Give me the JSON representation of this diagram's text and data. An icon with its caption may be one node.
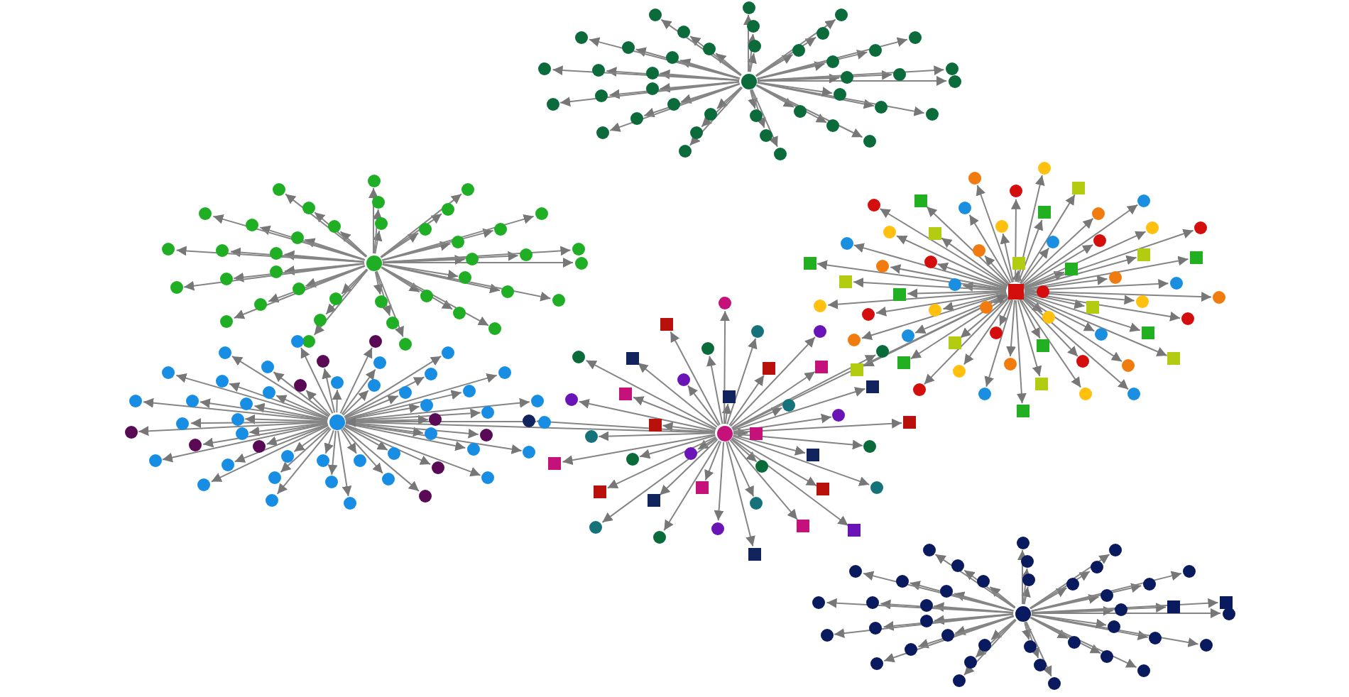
{
  "diagram": {
    "nodes": [
      {
        "text": [],
        "shape": "circle"
      },
      {
        "text": [],
        "shape": "circle"
      },
      {
        "text": [],
        "shape": "circle"
      },
      {
        "text": [],
        "shape": "circle"
      },
      {
        "text": [],
        "shape": "circle"
      },
      {
        "text": [],
        "shape": "circle"
      },
      {
        "text": [],
        "shape": "circle"
      },
      {
        "text": [],
        "shape": "circle"
      },
      {
        "text": [],
        "shape": "circle"
      },
      {
        "text": [],
        "shape": "circle"
      },
      {
        "text": [],
        "shape": "circle"
      },
      {
        "text": [],
        "shape": "circle"
      },
      {
        "text": [],
        "shape": "circle"
      },
      {
        "text": [],
        "shape": "circle"
      },
      {
        "text": [],
        "shape": "circle"
      },
      {
        "text": [],
        "shape": "circle"
      },
      {
        "text": [],
        "shape": "circle"
      },
      {
        "text": [],
        "shape": "circle"
      },
      {
        "text": [],
        "shape": "circle"
      },
      {
        "text": [],
        "shape": "circle"
      },
      {
        "text": [],
        "shape": "circle"
      },
      {
        "text": [],
        "shape": "circle"
      },
      {
        "text": [],
        "shape": "circle"
      },
      {
        "text": [],
        "shape": "circle"
      },
      {
        "text": [],
        "shape": "circle"
      },
      {
        "text": [],
        "shape": "circle"
      },
      {
        "text": [],
        "shape": "circle"
      },
      {
        "text": [],
        "shape": "circle"
      },
      {
        "text": [],
        "shape": "circle"
      },
      {
        "text": [],
        "shape": "circle"
      },
      {
        "text": [],
        "shape": "circle"
      },
      {
        "text": [],
        "shape": "circle"
      },
      {
        "text": [],
        "shape": "circle"
      },
      {
        "text": [],
        "shape": "circle"
      },
      {
        "text": [],
        "shape": "circle"
      },
      {
        "text": [],
        "shape": "circle"
      },
      {
        "text": [],
        "shape": "circle"
      },
      {
        "text": [],
        "shape": "circle"
      },
      {
        "text": [],
        "shape": "circle"
      },
      {
        "text": [],
        "shape": "circle"
      },
      {
        "text": [],
        "shape": "circle"
      },
      {
        "text": [],
        "shape": "circle"
      },
      {
        "text": [],
        "shape": "circle"
      },
      {
        "text": [],
        "shape": "circle"
      },
      {
        "text": [],
        "shape": "circle"
      },
      {
        "text": [],
        "shape": "circle"
      },
      {
        "text": [],
        "shape": "circle"
      },
      {
        "text": [],
        "shape": "circle"
      },
      {
        "text": [],
        "shape": "circle"
      },
      {
        "text": [],
        "shape": "circle"
      },
      {
        "text": [],
        "shape": "circle"
      },
      {
        "text": [],
        "shape": "circle"
      },
      {
        "text": [],
        "shape": "circle"
      },
      {
        "text": [],
        "shape": "circle"
      },
      {
        "text": [],
        "shape": "circle"
      },
      {
        "text": [],
        "shape": "circle"
      },
      {
        "text": [],
        "shape": "circle"
      },
      {
        "text": [],
        "shape": "circle"
      },
      {
        "text": [],
        "shape": "circle"
      },
      {
        "text": [],
        "shape": "circle"
      },
      {
        "text": [],
        "shape": "circle"
      },
      {
        "text": [],
        "shape": "circle"
      },
      {
        "text": [],
        "shape": "circle"
      },
      {
        "text": [],
        "shape": "circle"
      },
      {
        "text": [],
        "shape": "circle"
      },
      {
        "text": [],
        "shape": "circle"
      },
      {
        "text": [],
        "shape": "circle"
      },
      {
        "text": [],
        "shape": "circle"
      },
      {
        "text": [],
        "shape": "circle"
      },
      {
        "text": [],
        "shape": "circle"
      },
      {
        "text": [],
        "shape": "circle"
      },
      {
        "text": [],
        "shape": "circle"
      },
      {
        "text": [],
        "shape": "circle"
      },
      {
        "text": [],
        "shape": "circle"
      },
      {
        "text": [],
        "shape": "circle"
      },
      {
        "text": [],
        "shape": "circle"
      },
      {
        "text": [],
        "shape": "circle"
      },
      {
        "text": [],
        "shape": "circle"
      },
      {
        "text": [],
        "shape": "circle"
      },
      {
        "text": [],
        "shape": "circle"
      },
      {
        "text": [],
        "shape": "circle"
      },
      {
        "text": [],
        "shape": "circle"
      },
      {
        "text": [],
        "shape": "circle"
      },
      {
        "text": [],
        "shape": "circle"
      },
      {
        "text": [],
        "shape": "circle"
      },
      {
        "text": [],
        "shape": "circle"
      },
      {
        "text": [],
        "shape": "circle"
      },
      {
        "text": [],
        "shape": "circle"
      },
      {
        "text": [],
        "shape": "circle"
      },
      {
        "text": [],
        "shape": "circle"
      },
      {
        "text": [],
        "shape": "circle"
      },
      {
        "text": [],
        "shape": "circle"
      },
      {
        "text": [],
        "shape": "circle"
      },
      {
        "text": [],
        "shape": "circle"
      },
      {
        "text": [],
        "shape": "circle"
      },
      {
        "text": [],
        "shape": "circle"
      },
      {
        "text": [],
        "shape": "circle"
      },
      {
        "text": [],
        "shape": "circle"
      },
      {
        "text": [],
        "shape": "circle"
      },
      {
        "text": [],
        "shape": "circle"
      },
      {
        "text": [],
        "shape": "circle"
      },
      {
        "text": [],
        "shape": "circle"
      },
      {
        "text": [],
        "shape": "circle"
      },
      {
        "text": [],
        "shape": "circle"
      },
      {
        "text": [],
        "shape": "circle"
      },
      {
        "text": [],
        "shape": "circle"
      },
      {
        "text": [],
        "shape": "circle"
      },
      {
        "text": [],
        "shape": "circle"
      },
      {
        "text": [],
        "shape": "circle"
      },
      {
        "text": [],
        "shape": "circle"
      },
      {
        "text": [],
        "shape": "circle"
      },
      {
        "text": [],
        "shape": "circle"
      },
      {
        "text": [],
        "shape": "circle"
      },
      {
        "text": [],
        "shape": "circle"
      },
      {
        "text": [],
        "shape": "circle"
      },
      {
        "text": [],
        "shape": "circle"
      },
      {
        "text": [],
        "shape": "circle"
      },
      {
        "text": [],
        "shape": "circle"
      },
      {
        "text": [],
        "shape": "circle"
      },
      {
        "text": [],
        "shape": "circle"
      },
      {
        "text": [],
        "shape": "circle"
      },
      {
        "text": [],
        "shape": "circle"
      },
      {
        "text": [],
        "shape": "circle"
      },
      {
        "text": [],
        "shape": "circle"
      },
      {
        "text": [],
        "shape": "circle"
      },
      {
        "text": [],
        "shape": "circle"
      },
      {
        "text": [],
        "shape": "circle"
      },
      {
        "text": [],
        "shape": "circle"
      },
      {
        "text": [],
        "shape": "circle"
      },
      {
        "text": [],
        "shape": "circle"
      },
      {
        "text": [],
        "shape": "circle"
      },
      {
        "text": [],
        "shape": "circle"
      },
      {
        "text": [],
        "shape": "circle"
      },
      {
        "text": [],
        "shape": "circle"
      },
      {
        "text": [],
        "shape": "circle"
      },
      {
        "text": [],
        "shape": "circle"
      },
      {
        "text": [],
        "shape": "circle"
      },
      {
        "text": [],
        "shape": "circle"
      },
      {
        "text": [],
        "shape": "circle"
      },
      {
        "text": [],
        "shape": "circle"
      },
      {
        "text": [],
        "shape": "circle"
      },
      {
        "text": [],
        "shape": "circle"
      },
      {
        "text": [],
        "shape": "circle"
      },
      {
        "text": [],
        "shape": "circle"
      },
      {
        "text": [],
        "shape": "circle"
      },
      {
        "text": [],
        "shape": "circle"
      },
      {
        "text": [],
        "shape": "circle"
      },
      {
        "text": [],
        "shape": "circle"
      },
      {
        "text": [],
        "shape": "circle"
      },
      {
        "text": [],
        "shape": "circle"
      },
      {
        "text": [],
        "shape": "circle"
      },
      {
        "text": [],
        "shape": "circle"
      },
      {
        "text": [],
        "shape": "circle"
      },
      {
        "text": [],
        "shape": "circle"
      },
      {
        "text": [],
        "shape": "circle"
      },
      {
        "text": [],
        "shape": "circle"
      },
      {
        "text": [],
        "shape": "circle"
      },
      {
        "text": [],
        "shape": "circle"
      },
      {
        "text": [],
        "shape": "circle"
      },
      {
        "text": [],
        "shape": "circle"
      },
      {
        "text": [],
        "shape": "circle"
      },
      {
        "text": [],
        "shape": "circle"
      },
      {
        "text": [],
        "shape": "circle"
      },
      {
        "text": [],
        "shape": "circle"
      },
      {
        "text": [],
        "shape": "circle"
      },
      {
        "text": [],
        "shape": "circle"
      },
      {
        "text": [],
        "shape": "circle"
      },
      {
        "text": [],
        "shape": "circle"
      },
      {
        "text": [],
        "shape": "circle"
      },
      {
        "text": [],
        "shape": "circle"
      },
      {
        "text": [],
        "shape": "circle"
      },
      {
        "text": [],
        "shape": "box"
      },
      {
        "text": [],
        "shape": "circle"
      },
      {
        "text": [],
        "shape": "box"
      },
      {
        "text": [],
        "shape": "circle"
      },
      {
        "text": [],
        "shape": "box"
      },
      {
        "text": [],
        "shape": "circle"
      },
      {
        "text": [],
        "shape": "box"
      },
      {
        "text": [],
        "shape": "circle"
      },
      {
        "text": [],
        "shape": "box"
      },
      {
        "text": [],
        "shape": "circle"
      },
      {
        "text": [],
        "shape": "box"
      },
      {
        "text": [],
        "shape": "circle"
      },
      {
        "text": [],
        "shape": "box"
      },
      {
        "text": [],
        "shape": "circle"
      },
      {
        "text": [],
        "shape": "box"
      },
      {
        "text": [],
        "shape": "circle"
      },
      {
        "text": [],
        "shape": "box"
      },
      {
        "text": [],
        "shape": "circle"
      },
      {
        "text": [],
        "shape": "box"
      },
      {
        "text": [],
        "shape": "circle"
      },
      {
        "text": [],
        "shape": "box"
      },
      {
        "text": [],
        "shape": "circle"
      },
      {
        "text": [],
        "shape": "box"
      },
      {
        "text": [],
        "shape": "circle"
      },
      {
        "text": [],
        "shape": "box"
      },
      {
        "text": [],
        "shape": "circle"
      },
      {
        "text": [],
        "shape": "box"
      },
      {
        "text": [],
        "shape": "circle"
      },
      {
        "text": [],
        "shape": "box"
      },
      {
        "text": [],
        "shape": "circle"
      },
      {
        "text": [],
        "shape": "box"
      },
      {
        "text": [],
        "shape": "circle"
      },
      {
        "text": [],
        "shape": "box"
      },
      {
        "text": [],
        "shape": "circle"
      },
      {
        "text": [],
        "shape": "box"
      },
      {
        "text": [],
        "shape": "circle"
      },
      {
        "text": [],
        "shape": "box"
      },
      {
        "text": [],
        "shape": "circle"
      },
      {
        "text": [],
        "shape": "box"
      },
      {
        "text": [],
        "shape": "circle"
      },
      {
        "text": [],
        "shape": "circle"
      },
      {
        "text": [],
        "shape": "box"
      },
      {
        "text": [],
        "shape": "circle"
      },
      {
        "text": [],
        "shape": "circle"
      },
      {
        "text": [],
        "shape": "box"
      },
      {
        "text": [],
        "shape": "circle"
      },
      {
        "text": [],
        "shape": "circle"
      },
      {
        "text": [],
        "shape": "box"
      },
      {
        "text": [],
        "shape": "circle"
      },
      {
        "text": [],
        "shape": "circle"
      },
      {
        "text": [],
        "shape": "box"
      },
      {
        "text": [],
        "shape": "circle"
      },
      {
        "text": [],
        "shape": "circle"
      },
      {
        "text": [],
        "shape": "box"
      },
      {
        "text": [],
        "shape": "circle"
      },
      {
        "text": [],
        "shape": "circle"
      },
      {
        "text": [],
        "shape": "box"
      },
      {
        "text": [],
        "shape": "circle"
      },
      {
        "text": [],
        "shape": "circle"
      },
      {
        "text": [],
        "shape": "box"
      },
      {
        "text": [],
        "shape": "circle"
      },
      {
        "text": [],
        "shape": "circle"
      },
      {
        "text": [],
        "shape": "box"
      },
      {
        "text": [],
        "shape": "circle"
      },
      {
        "text": [],
        "shape": "circle"
      },
      {
        "text": [],
        "shape": "box"
      },
      {
        "text": [],
        "shape": "circle"
      },
      {
        "text": [],
        "shape": "circle"
      },
      {
        "text": [],
        "shape": "box"
      },
      {
        "text": [],
        "shape": "circle"
      },
      {
        "text": [],
        "shape": "circle"
      },
      {
        "text": [],
        "shape": "box"
      },
      {
        "text": [],
        "shape": "circle"
      },
      {
        "text": [],
        "shape": "circle"
      },
      {
        "text": [],
        "shape": "box"
      },
      {
        "text": [],
        "shape": "circle"
      },
      {
        "text": [],
        "shape": "circle"
      },
      {
        "text": [],
        "shape": "box"
      },
      {
        "text": [],
        "shape": "circle"
      },
      {
        "text": [],
        "shape": "circle"
      },
      {
        "text": [],
        "shape": "box"
      },
      {
        "text": [],
        "shape": "circle"
      },
      {
        "text": [],
        "shape": "circle"
      },
      {
        "text": [],
        "shape": "box"
      },
      {
        "text": [],
        "shape": "circle"
      },
      {
        "text": [],
        "shape": "circle"
      },
      {
        "text": [],
        "shape": "box"
      },
      {
        "text": [],
        "shape": "circle"
      },
      {
        "text": [],
        "shape": "circle"
      },
      {
        "text": [],
        "shape": "box"
      },
      {
        "text": [],
        "shape": "circle"
      },
      {
        "text": [],
        "shape": "circle"
      },
      {
        "text": [],
        "shape": "box"
      },
      {
        "text": [],
        "shape": "circle"
      },
      {
        "text": [],
        "shape": "circle"
      },
      {
        "text": [],
        "shape": "box"
      },
      {
        "text": [],
        "shape": "circle"
      },
      {
        "text": [],
        "shape": "circle"
      },
      {
        "text": [],
        "shape": "box"
      },
      {
        "text": [],
        "shape": "circle"
      },
      {
        "text": [],
        "shape": "circle"
      },
      {
        "text": [],
        "shape": "box"
      },
      {
        "text": [],
        "shape": "circle"
      },
      {
        "text": [],
        "shape": "circle"
      },
      {
        "text": [],
        "shape": "box"
      },
      {
        "text": [],
        "shape": "circle"
      }
    ],
    "edges": [
      {
        "from": 0,
        "to": 1,
        "arrow": "to"
      },
      {
        "from": 0,
        "to": 2,
        "arrow": "to"
      },
      {
        "from": 0,
        "to": 3,
        "arrow": "to"
      },
      {
        "from": 0,
        "to": 4,
        "arrow": "to"
      },
      {
        "from": 0,
        "to": 5,
        "arrow": "to"
      },
      {
        "from": 0,
        "to": 6,
        "arrow": "to"
      },
      {
        "from": 0,
        "to": 7,
        "arrow": "to"
      },
      {
        "from": 0,
        "to": 8,
        "arrow": "to"
      },
      {
        "from": 0,
        "to": 9,
        "arrow": "to"
      },
      {
        "from": 0,
        "to": 10,
        "arrow": "to"
      },
      {
        "from": 0,
        "to": 11,
        "arrow": "to"
      },
      {
        "from": 0,
        "to": 12,
        "arrow": "to"
      },
      {
        "from": 0,
        "to": 13,
        "arrow": "to"
      },
      {
        "from": 0,
        "to": 14,
        "arrow": "to"
      },
      {
        "from": 0,
        "to": 15,
        "arrow": "to"
      },
      {
        "from": 0,
        "to": 16,
        "arrow": "to"
      },
      {
        "from": 0,
        "to": 17,
        "arrow": "to"
      },
      {
        "from": 0,
        "to": 18,
        "arrow": "to"
      },
      {
        "from": 0,
        "to": 19,
        "arrow": "to"
      },
      {
        "from": 0,
        "to": 20,
        "arrow": "to"
      },
      {
        "from": 0,
        "to": 21,
        "arrow": "to"
      },
      {
        "from": 0,
        "to": 22,
        "arrow": "to"
      },
      {
        "from": 0,
        "to": 23,
        "arrow": "to"
      },
      {
        "from": 0,
        "to": 24,
        "arrow": "to"
      },
      {
        "from": 0,
        "to": 25,
        "arrow": "to"
      },
      {
        "from": 0,
        "to": 26,
        "arrow": "to"
      },
      {
        "from": 0,
        "to": 27,
        "arrow": "to"
      },
      {
        "from": 0,
        "to": 28,
        "arrow": "to"
      },
      {
        "from": 0,
        "to": 29,
        "arrow": "to"
      },
      {
        "from": 0,
        "to": 30,
        "arrow": "to"
      },
      {
        "from": 0,
        "to": 31,
        "arrow": "to"
      },
      {
        "from": 0,
        "to": 32,
        "arrow": "to"
      },
      {
        "from": 0,
        "to": 33,
        "arrow": "to"
      },
      {
        "from": 0,
        "to": 34,
        "arrow": "to"
      },
      {
        "from": 0,
        "to": 35,
        "arrow": "to"
      },
      {
        "from": 0,
        "to": 36,
        "arrow": "to"
      },
      {
        "from": 0,
        "to": 37,
        "arrow": "to"
      },
      {
        "from": 0,
        "to": 38,
        "arrow": "to"
      },
      {
        "from": 0,
        "to": 39,
        "arrow": "to"
      },
      {
        "from": 0,
        "to": 40,
        "arrow": "to"
      },
      {
        "from": 41,
        "to": 42,
        "arrow": "to"
      },
      {
        "from": 41,
        "to": 43,
        "arrow": "to"
      },
      {
        "from": 41,
        "to": 44,
        "arrow": "to"
      },
      {
        "from": 41,
        "to": 45,
        "arrow": "to"
      },
      {
        "from": 41,
        "to": 46,
        "arrow": "to"
      },
      {
        "from": 41,
        "to": 47,
        "arrow": "to"
      },
      {
        "from": 41,
        "to": 48,
        "arrow": "to"
      },
      {
        "from": 41,
        "to": 49,
        "arrow": "to"
      },
      {
        "from": 41,
        "to": 50,
        "arrow": "to"
      },
      {
        "from": 41,
        "to": 51,
        "arrow": "to"
      },
      {
        "from": 41,
        "to": 52,
        "arrow": "to"
      },
      {
        "from": 41,
        "to": 53,
        "arrow": "to"
      },
      {
        "from": 41,
        "to": 54,
        "arrow": "to"
      },
      {
        "from": 41,
        "to": 55,
        "arrow": "to"
      },
      {
        "from": 41,
        "to": 56,
        "arrow": "to"
      },
      {
        "from": 41,
        "to": 57,
        "arrow": "to"
      },
      {
        "from": 41,
        "to": 58,
        "arrow": "to"
      },
      {
        "from": 41,
        "to": 59,
        "arrow": "to"
      },
      {
        "from": 41,
        "to": 60,
        "arrow": "to"
      },
      {
        "from": 41,
        "to": 61,
        "arrow": "to"
      },
      {
        "from": 41,
        "to": 62,
        "arrow": "to"
      },
      {
        "from": 41,
        "to": 63,
        "arrow": "to"
      },
      {
        "from": 41,
        "to": 64,
        "arrow": "to"
      },
      {
        "from": 41,
        "to": 65,
        "arrow": "to"
      },
      {
        "from": 41,
        "to": 66,
        "arrow": "to"
      },
      {
        "from": 41,
        "to": 67,
        "arrow": "to"
      },
      {
        "from": 41,
        "to": 68,
        "arrow": "to"
      },
      {
        "from": 41,
        "to": 69,
        "arrow": "to"
      },
      {
        "from": 41,
        "to": 70,
        "arrow": "to"
      },
      {
        "from": 41,
        "to": 71,
        "arrow": "to"
      },
      {
        "from": 41,
        "to": 72,
        "arrow": "to"
      },
      {
        "from": 41,
        "to": 73,
        "arrow": "to"
      },
      {
        "from": 41,
        "to": 74,
        "arrow": "to"
      },
      {
        "from": 41,
        "to": 75,
        "arrow": "to"
      },
      {
        "from": 41,
        "to": 76,
        "arrow": "to"
      },
      {
        "from": 41,
        "to": 77,
        "arrow": "to"
      },
      {
        "from": 41,
        "to": 78,
        "arrow": "to"
      },
      {
        "from": 41,
        "to": 79,
        "arrow": "to"
      },
      {
        "from": 41,
        "to": 80,
        "arrow": "to"
      },
      {
        "from": 41,
        "to": 81,
        "arrow": "to"
      },
      {
        "from": 82,
        "to": 83,
        "arrow": "to"
      },
      {
        "from": 82,
        "to": 84,
        "arrow": "to"
      },
      {
        "from": 82,
        "to": 85,
        "arrow": "to"
      },
      {
        "from": 82,
        "to": 86,
        "arrow": "to"
      },
      {
        "from": 82,
        "to": 87,
        "arrow": "to"
      },
      {
        "from": 82,
        "to": 88,
        "arrow": "to"
      },
      {
        "from": 82,
        "to": 89,
        "arrow": "to"
      },
      {
        "from": 82,
        "to": 90,
        "arrow": "to"
      },
      {
        "from": 82,
        "to": 91,
        "arrow": "to"
      },
      {
        "from": 82,
        "to": 92,
        "arrow": "to"
      },
      {
        "from": 82,
        "to": 93,
        "arrow": "to"
      },
      {
        "from": 82,
        "to": 94,
        "arrow": "to"
      },
      {
        "from": 82,
        "to": 95,
        "arrow": "to"
      },
      {
        "from": 82,
        "to": 96,
        "arrow": "to"
      },
      {
        "from": 82,
        "to": 97,
        "arrow": "to"
      },
      {
        "from": 82,
        "to": 98,
        "arrow": "to"
      },
      {
        "from": 82,
        "to": 99,
        "arrow": "to"
      },
      {
        "from": 82,
        "to": 100,
        "arrow": "to"
      },
      {
        "from": 82,
        "to": 101,
        "arrow": "to"
      },
      {
        "from": 82,
        "to": 102,
        "arrow": "to"
      },
      {
        "from": 82,
        "to": 103,
        "arrow": "to"
      },
      {
        "from": 82,
        "to": 104,
        "arrow": "to"
      },
      {
        "from": 82,
        "to": 105,
        "arrow": "to"
      },
      {
        "from": 82,
        "to": 106,
        "arrow": "to"
      },
      {
        "from": 82,
        "to": 107,
        "arrow": "to"
      },
      {
        "from": 82,
        "to": 108,
        "arrow": "to"
      },
      {
        "from": 82,
        "to": 109,
        "arrow": "to"
      },
      {
        "from": 82,
        "to": 110,
        "arrow": "to"
      },
      {
        "from": 82,
        "to": 111,
        "arrow": "to"
      },
      {
        "from": 82,
        "to": 112,
        "arrow": "to"
      },
      {
        "from": 82,
        "to": 113,
        "arrow": "to"
      },
      {
        "from": 82,
        "to": 114,
        "arrow": "to"
      },
      {
        "from": 82,
        "to": 115,
        "arrow": "to"
      },
      {
        "from": 82,
        "to": 116,
        "arrow": "to"
      },
      {
        "from": 82,
        "to": 117,
        "arrow": "to"
      },
      {
        "from": 82,
        "to": 118,
        "arrow": "to"
      },
      {
        "from": 82,
        "to": 119,
        "arrow": "to"
      },
      {
        "from": 82,
        "to": 120,
        "arrow": "to"
      },
      {
        "from": 82,
        "to": 121,
        "arrow": "to"
      },
      {
        "from": 82,
        "to": 122,
        "arrow": "to"
      },
      {
        "from": 82,
        "to": 123,
        "arrow": "to"
      },
      {
        "from": 82,
        "to": 124,
        "arrow": "to"
      },
      {
        "from": 82,
        "to": 125,
        "arrow": "to"
      },
      {
        "from": 82,
        "to": 126,
        "arrow": "to"
      },
      {
        "from": 82,
        "to": 127,
        "arrow": "to"
      },
      {
        "from": 82,
        "to": 128,
        "arrow": "to"
      },
      {
        "from": 82,
        "to": 129,
        "arrow": "to"
      },
      {
        "from": 82,
        "to": 130,
        "arrow": "to"
      },
      {
        "from": 82,
        "to": 131,
        "arrow": "to"
      },
      {
        "from": 82,
        "to": 132,
        "arrow": "to"
      },
      {
        "from": 133,
        "to": 134,
        "arrow": "to"
      },
      {
        "from": 133,
        "to": 135,
        "arrow": "to"
      },
      {
        "from": 133,
        "to": 136,
        "arrow": "to"
      },
      {
        "from": 133,
        "to": 137,
        "arrow": "to"
      },
      {
        "from": 133,
        "to": 138,
        "arrow": "to"
      },
      {
        "from": 133,
        "to": 139,
        "arrow": "to"
      },
      {
        "from": 133,
        "to": 140,
        "arrow": "to"
      },
      {
        "from": 133,
        "to": 141,
        "arrow": "to"
      },
      {
        "from": 133,
        "to": 142,
        "arrow": "to"
      },
      {
        "from": 133,
        "to": 143,
        "arrow": "to"
      },
      {
        "from": 133,
        "to": 144,
        "arrow": "to"
      },
      {
        "from": 133,
        "to": 145,
        "arrow": "to"
      },
      {
        "from": 133,
        "to": 146,
        "arrow": "to"
      },
      {
        "from": 133,
        "to": 147,
        "arrow": "to"
      },
      {
        "from": 133,
        "to": 148,
        "arrow": "to"
      },
      {
        "from": 133,
        "to": 149,
        "arrow": "to"
      },
      {
        "from": 133,
        "to": 150,
        "arrow": "to"
      },
      {
        "from": 133,
        "to": 151,
        "arrow": "to"
      },
      {
        "from": 133,
        "to": 152,
        "arrow": "to"
      },
      {
        "from": 133,
        "to": 153,
        "arrow": "to"
      },
      {
        "from": 133,
        "to": 154,
        "arrow": "to"
      },
      {
        "from": 133,
        "to": 155,
        "arrow": "to"
      },
      {
        "from": 133,
        "to": 156,
        "arrow": "to"
      },
      {
        "from": 133,
        "to": 157,
        "arrow": "to"
      },
      {
        "from": 133,
        "to": 158,
        "arrow": "to"
      },
      {
        "from": 133,
        "to": 159,
        "arrow": "to"
      },
      {
        "from": 133,
        "to": 160,
        "arrow": "to"
      },
      {
        "from": 133,
        "to": 161,
        "arrow": "to"
      },
      {
        "from": 133,
        "to": 162,
        "arrow": "to"
      },
      {
        "from": 133,
        "to": 163,
        "arrow": "to"
      },
      {
        "from": 133,
        "to": 164,
        "arrow": "to"
      },
      {
        "from": 133,
        "to": 165,
        "arrow": "to"
      },
      {
        "from": 133,
        "to": 166,
        "arrow": "to"
      },
      {
        "from": 133,
        "to": 167,
        "arrow": "to"
      },
      {
        "from": 133,
        "to": 168,
        "arrow": "to"
      },
      {
        "from": 133,
        "to": 169,
        "arrow": "to"
      },
      {
        "from": 133,
        "to": 170,
        "arrow": "to"
      },
      {
        "from": 133,
        "to": 171,
        "arrow": "to"
      },
      {
        "from": 133,
        "to": 172,
        "arrow": "to"
      },
      {
        "from": 133,
        "to": 173,
        "arrow": "to"
      },
      {
        "from": 174,
        "to": 175,
        "arrow": "to"
      },
      {
        "from": 174,
        "to": 176,
        "arrow": "to"
      },
      {
        "from": 174,
        "to": 177,
        "arrow": "to"
      },
      {
        "from": 174,
        "to": 178,
        "arrow": "to"
      },
      {
        "from": 174,
        "to": 179,
        "arrow": "to"
      },
      {
        "from": 174,
        "to": 180,
        "arrow": "to"
      },
      {
        "from": 174,
        "to": 181,
        "arrow": "to"
      },
      {
        "from": 174,
        "to": 182,
        "arrow": "to"
      },
      {
        "from": 174,
        "to": 183,
        "arrow": "to"
      },
      {
        "from": 174,
        "to": 184,
        "arrow": "to"
      },
      {
        "from": 174,
        "to": 185,
        "arrow": "to"
      },
      {
        "from": 174,
        "to": 186,
        "arrow": "to"
      },
      {
        "from": 174,
        "to": 187,
        "arrow": "to"
      },
      {
        "from": 174,
        "to": 188,
        "arrow": "to"
      },
      {
        "from": 174,
        "to": 189,
        "arrow": "to"
      },
      {
        "from": 174,
        "to": 190,
        "arrow": "to"
      },
      {
        "from": 174,
        "to": 191,
        "arrow": "to"
      },
      {
        "from": 174,
        "to": 192,
        "arrow": "to"
      },
      {
        "from": 174,
        "to": 193,
        "arrow": "to"
      },
      {
        "from": 174,
        "to": 194,
        "arrow": "to"
      },
      {
        "from": 174,
        "to": 195,
        "arrow": "to"
      },
      {
        "from": 174,
        "to": 196,
        "arrow": "to"
      },
      {
        "from": 174,
        "to": 197,
        "arrow": "to"
      },
      {
        "from": 174,
        "to": 198,
        "arrow": "to"
      },
      {
        "from": 174,
        "to": 199,
        "arrow": "to"
      },
      {
        "from": 174,
        "to": 200,
        "arrow": "to"
      },
      {
        "from": 174,
        "to": 201,
        "arrow": "to"
      },
      {
        "from": 174,
        "to": 202,
        "arrow": "to"
      },
      {
        "from": 174,
        "to": 203,
        "arrow": "to"
      },
      {
        "from": 174,
        "to": 204,
        "arrow": "to"
      },
      {
        "from": 174,
        "to": 205,
        "arrow": "to"
      },
      {
        "from": 174,
        "to": 206,
        "arrow": "to"
      },
      {
        "from": 174,
        "to": 207,
        "arrow": "to"
      },
      {
        "from": 174,
        "to": 208,
        "arrow": "to"
      },
      {
        "from": 174,
        "to": 209,
        "arrow": "to"
      },
      {
        "from": 174,
        "to": 210,
        "arrow": "to"
      },
      {
        "from": 174,
        "to": 211,
        "arrow": "to"
      },
      {
        "from": 174,
        "to": 212,
        "arrow": "to"
      },
      {
        "from": 174,
        "to": 213,
        "arrow": "to"
      },
      {
        "from": 174,
        "to": 214,
        "arrow": "to"
      },
      {
        "from": 215,
        "to": 216,
        "arrow": "to"
      },
      {
        "from": 215,
        "to": 217,
        "arrow": "to"
      },
      {
        "from": 215,
        "to": 218,
        "arrow": "to"
      },
      {
        "from": 215,
        "to": 219,
        "arrow": "to"
      },
      {
        "from": 215,
        "to": 220,
        "arrow": "to"
      },
      {
        "from": 215,
        "to": 221,
        "arrow": "to"
      },
      {
        "from": 215,
        "to": 222,
        "arrow": "to"
      },
      {
        "from": 215,
        "to": 223,
        "arrow": "to"
      },
      {
        "from": 215,
        "to": 224,
        "arrow": "to"
      },
      {
        "from": 215,
        "to": 225,
        "arrow": "to"
      },
      {
        "from": 215,
        "to": 226,
        "arrow": "to"
      },
      {
        "from": 215,
        "to": 227,
        "arrow": "to"
      },
      {
        "from": 215,
        "to": 228,
        "arrow": "to"
      },
      {
        "from": 215,
        "to": 229,
        "arrow": "to"
      },
      {
        "from": 215,
        "to": 230,
        "arrow": "to"
      },
      {
        "from": 215,
        "to": 231,
        "arrow": "to"
      },
      {
        "from": 215,
        "to": 232,
        "arrow": "to"
      },
      {
        "from": 215,
        "to": 233,
        "arrow": "to"
      },
      {
        "from": 215,
        "to": 234,
        "arrow": "to"
      },
      {
        "from": 215,
        "to": 235,
        "arrow": "to"
      },
      {
        "from": 215,
        "to": 236,
        "arrow": "to"
      },
      {
        "from": 215,
        "to": 237,
        "arrow": "to"
      },
      {
        "from": 215,
        "to": 238,
        "arrow": "to"
      },
      {
        "from": 215,
        "to": 239,
        "arrow": "to"
      },
      {
        "from": 215,
        "to": 240,
        "arrow": "to"
      },
      {
        "from": 215,
        "to": 241,
        "arrow": "to"
      },
      {
        "from": 215,
        "to": 242,
        "arrow": "to"
      },
      {
        "from": 215,
        "to": 243,
        "arrow": "to"
      },
      {
        "from": 215,
        "to": 244,
        "arrow": "to"
      },
      {
        "from": 215,
        "to": 245,
        "arrow": "to"
      },
      {
        "from": 215,
        "to": 246,
        "arrow": "to"
      },
      {
        "from": 215,
        "to": 247,
        "arrow": "to"
      },
      {
        "from": 215,
        "to": 248,
        "arrow": "to"
      },
      {
        "from": 215,
        "to": 249,
        "arrow": "to"
      },
      {
        "from": 215,
        "to": 250,
        "arrow": "to"
      },
      {
        "from": 215,
        "to": 251,
        "arrow": "to"
      },
      {
        "from": 215,
        "to": 252,
        "arrow": "to"
      },
      {
        "from": 215,
        "to": 253,
        "arrow": "to"
      },
      {
        "from": 215,
        "to": 254,
        "arrow": "to"
      },
      {
        "from": 215,
        "to": 255,
        "arrow": "to"
      },
      {
        "from": 215,
        "to": 256,
        "arrow": "to"
      },
      {
        "from": 215,
        "to": 257,
        "arrow": "to"
      },
      {
        "from": 215,
        "to": 258,
        "arrow": "to"
      },
      {
        "from": 215,
        "to": 259,
        "arrow": "to"
      },
      {
        "from": 215,
        "to": 260,
        "arrow": "to"
      },
      {
        "from": 215,
        "to": 261,
        "arrow": "to"
      },
      {
        "from": 215,
        "to": 262,
        "arrow": "to"
      },
      {
        "from": 215,
        "to": 263,
        "arrow": "to"
      },
      {
        "from": 215,
        "to": 264,
        "arrow": "to"
      },
      {
        "from": 215,
        "to": 265,
        "arrow": "to"
      },
      {
        "from": 215,
        "to": 266,
        "arrow": "to"
      },
      {
        "from": 215,
        "to": 267,
        "arrow": "to"
      },
      {
        "from": 215,
        "to": 268,
        "arrow": "to"
      },
      {
        "from": 215,
        "to": 269,
        "arrow": "to"
      },
      {
        "from": 215,
        "to": 270,
        "arrow": "to"
      },
      {
        "from": 215,
        "to": 271,
        "arrow": "to"
      },
      {
        "from": 215,
        "to": 272,
        "arrow": "to"
      },
      {
        "from": 215,
        "to": 273,
        "arrow": "to"
      },
      {
        "from": 215,
        "to": 274,
        "arrow": "to"
      },
      {
        "from": 215,
        "to": 275,
        "arrow": "to"
      },
      {
        "from": 215,
        "to": 276,
        "arrow": "to"
      },
      {
        "from": 174,
        "to": 82,
        "arrow": "to"
      },
      {
        "from": 174,
        "to": 215,
        "arrow": "to"
      }
    ]
  }
}
